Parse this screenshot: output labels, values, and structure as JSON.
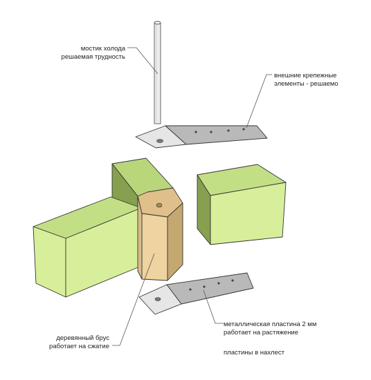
{
  "labels": {
    "cold_bridge_line1": "мостик холода",
    "cold_bridge_line2": "решаемая трудность",
    "fasteners_line1": "внешние крепежные",
    "fasteners_line2": "элементы - решаемо",
    "plate_line1": "металлическая пластина 2 мм",
    "plate_line2": "работает на растяжение",
    "overlap": "пластины в нахлест",
    "beam_line1": "деревянный брус",
    "beam_line2": "работает на сжатие"
  },
  "colors": {
    "green_light": "#d7ef9a",
    "green_mid": "#b9d67a",
    "green_dark": "#86a04f",
    "wood_light": "#efd3a0",
    "wood_mid": "#dfc08a",
    "wood_dark": "#c4a870",
    "metal_light": "#e6e6e6",
    "metal_mid": "#b9b9b9",
    "rod": "#ededed"
  }
}
